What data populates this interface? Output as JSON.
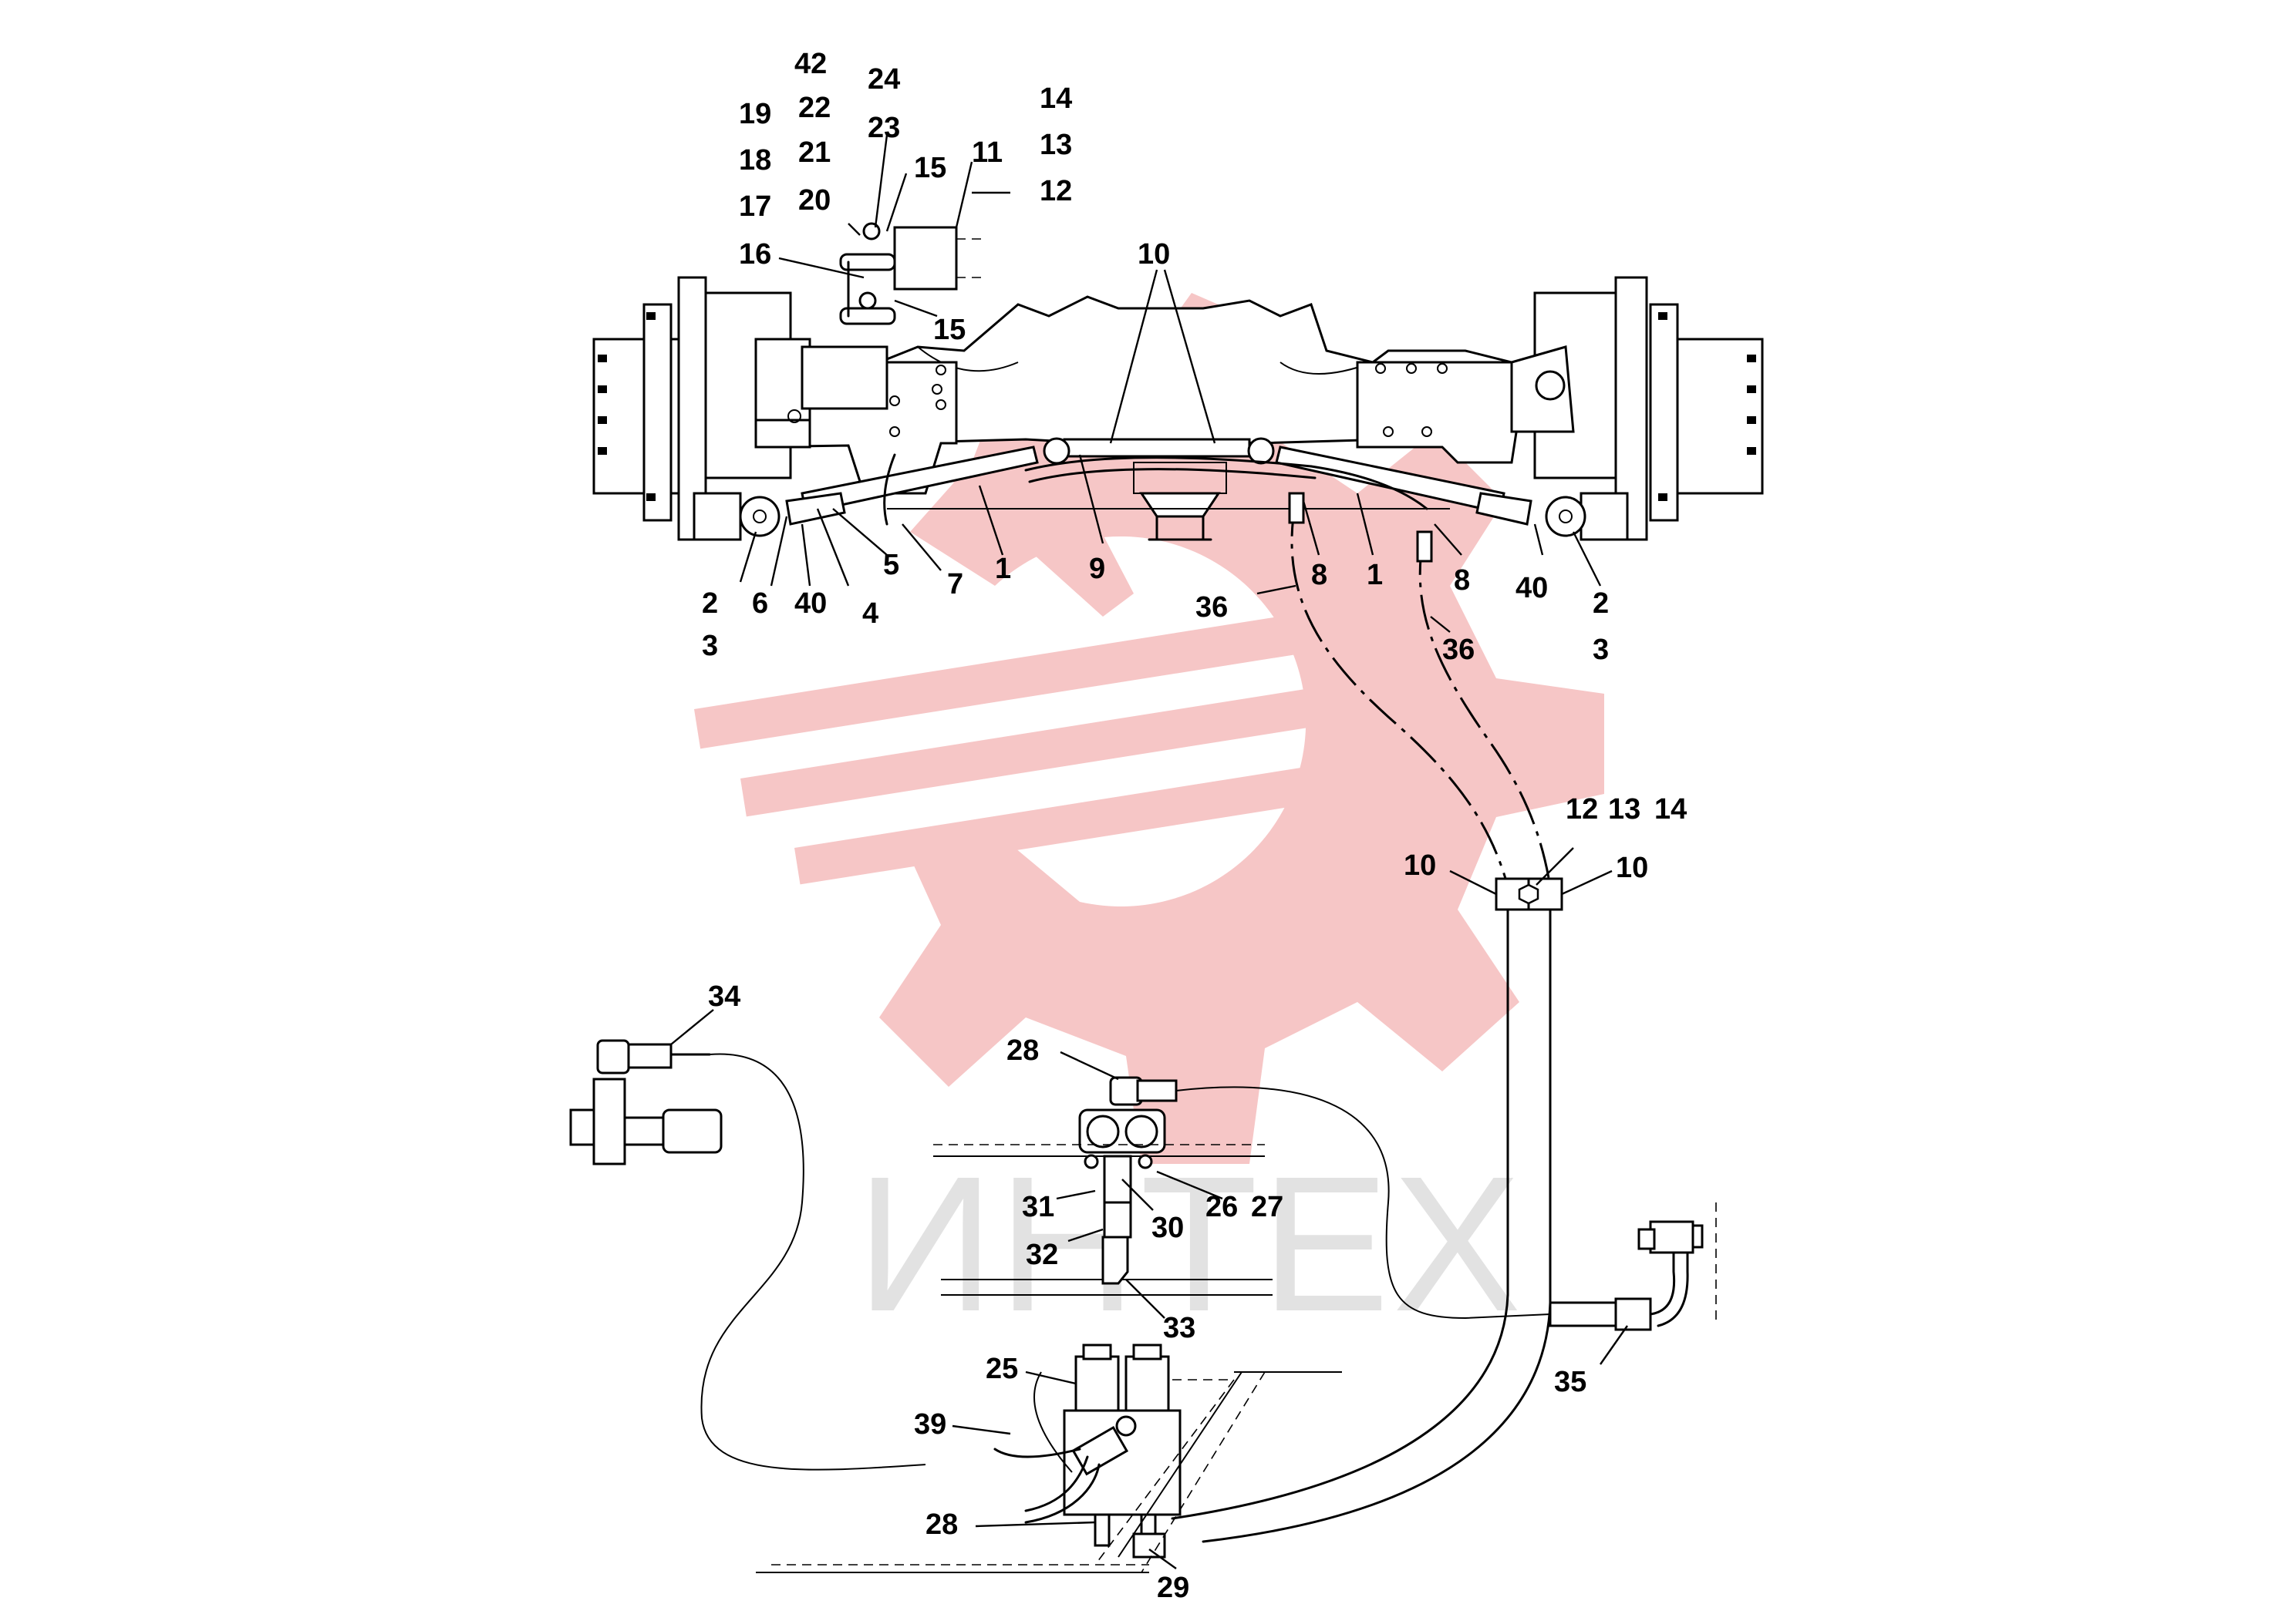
{
  "watermark": {
    "text": "ИНТЕХ",
    "gear_color": "#f6c6c6",
    "text_color": "#e2e2e2"
  },
  "callouts": [
    {
      "id": "c42",
      "text": "42"
    },
    {
      "id": "c24",
      "text": "24"
    },
    {
      "id": "c19",
      "text": "19"
    },
    {
      "id": "c22",
      "text": "22"
    },
    {
      "id": "c23",
      "text": "23"
    },
    {
      "id": "c14a",
      "text": "14"
    },
    {
      "id": "c18",
      "text": "18"
    },
    {
      "id": "c21",
      "text": "21"
    },
    {
      "id": "c15a",
      "text": "15"
    },
    {
      "id": "c11",
      "text": "11"
    },
    {
      "id": "c13a",
      "text": "13"
    },
    {
      "id": "c17",
      "text": "17"
    },
    {
      "id": "c20",
      "text": "20"
    },
    {
      "id": "c12a",
      "text": "12"
    },
    {
      "id": "c16",
      "text": "16"
    },
    {
      "id": "c10a",
      "text": "10"
    },
    {
      "id": "c15b",
      "text": "15"
    },
    {
      "id": "c2a",
      "text": "2"
    },
    {
      "id": "c6",
      "text": "6"
    },
    {
      "id": "c40a",
      "text": "40"
    },
    {
      "id": "c4",
      "text": "4"
    },
    {
      "id": "c5",
      "text": "5"
    },
    {
      "id": "c7",
      "text": "7"
    },
    {
      "id": "c1a",
      "text": "1"
    },
    {
      "id": "c9",
      "text": "9"
    },
    {
      "id": "c8a",
      "text": "8"
    },
    {
      "id": "c1b",
      "text": "1"
    },
    {
      "id": "c8b",
      "text": "8"
    },
    {
      "id": "c40b",
      "text": "40"
    },
    {
      "id": "c2b",
      "text": "2"
    },
    {
      "id": "c3a",
      "text": "3"
    },
    {
      "id": "c3b",
      "text": "3"
    },
    {
      "id": "c36a",
      "text": "36"
    },
    {
      "id": "c36b",
      "text": "36"
    },
    {
      "id": "c12b",
      "text": "12"
    },
    {
      "id": "c13b",
      "text": "13"
    },
    {
      "id": "c14b",
      "text": "14"
    },
    {
      "id": "c10b",
      "text": "10"
    },
    {
      "id": "c10c",
      "text": "10"
    },
    {
      "id": "c34",
      "text": "34"
    },
    {
      "id": "c28a",
      "text": "28"
    },
    {
      "id": "c31",
      "text": "31"
    },
    {
      "id": "c30",
      "text": "30"
    },
    {
      "id": "c26",
      "text": "26"
    },
    {
      "id": "c27",
      "text": "27"
    },
    {
      "id": "c32",
      "text": "32"
    },
    {
      "id": "c33",
      "text": "33"
    },
    {
      "id": "c35",
      "text": "35"
    },
    {
      "id": "c25",
      "text": "25"
    },
    {
      "id": "c39",
      "text": "39"
    },
    {
      "id": "c28b",
      "text": "28"
    },
    {
      "id": "c29",
      "text": "29"
    }
  ]
}
